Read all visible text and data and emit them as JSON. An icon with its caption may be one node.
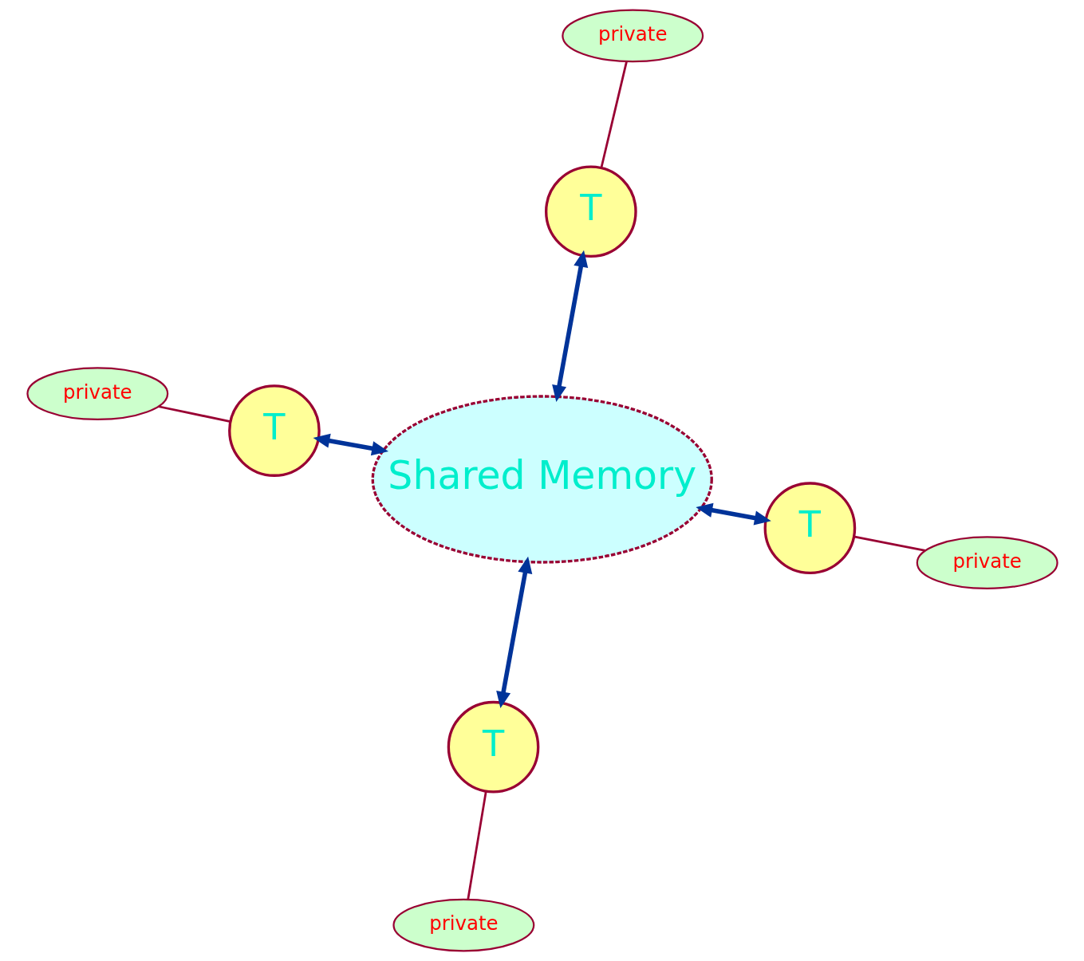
{
  "diagram": {
    "nodes": [
      {
        "text": [
          "Shared Memory"
        ]
      },
      {
        "text": [
          "T"
        ]
      },
      {
        "text": [
          "private"
        ]
      },
      {
        "text": [
          "T"
        ]
      },
      {
        "text": [
          "private"
        ]
      },
      {
        "text": [
          "private"
        ]
      },
      {
        "text": [
          "T"
        ]
      },
      {
        "text": [
          "private"
        ]
      },
      {
        "text": [
          "T"
        ]
      }
    ],
    "edges": [
      {
        "from": 1,
        "to": 0,
        "arrow": "both",
        "style": "thick",
        "color": "#003399"
      },
      {
        "from": 1,
        "to": 2,
        "arrow": "none",
        "color": "#990033"
      },
      {
        "from": 3,
        "to": 0,
        "arrow": "both",
        "style": "thick",
        "color": "#003399"
      },
      {
        "from": 3,
        "to": 4,
        "arrow": "none",
        "color": "#990033"
      },
      {
        "from": 6,
        "to": 0,
        "arrow": "both",
        "style": "thick",
        "color": "#003399"
      },
      {
        "from": 6,
        "to": 5,
        "arrow": "none",
        "color": "#990033"
      },
      {
        "from": 8,
        "to": 0,
        "arrow": "both",
        "style": "thick",
        "color": "#003399"
      },
      {
        "from": 8,
        "to": 7,
        "arrow": "none",
        "color": "#990033"
      }
    ]
  }
}
